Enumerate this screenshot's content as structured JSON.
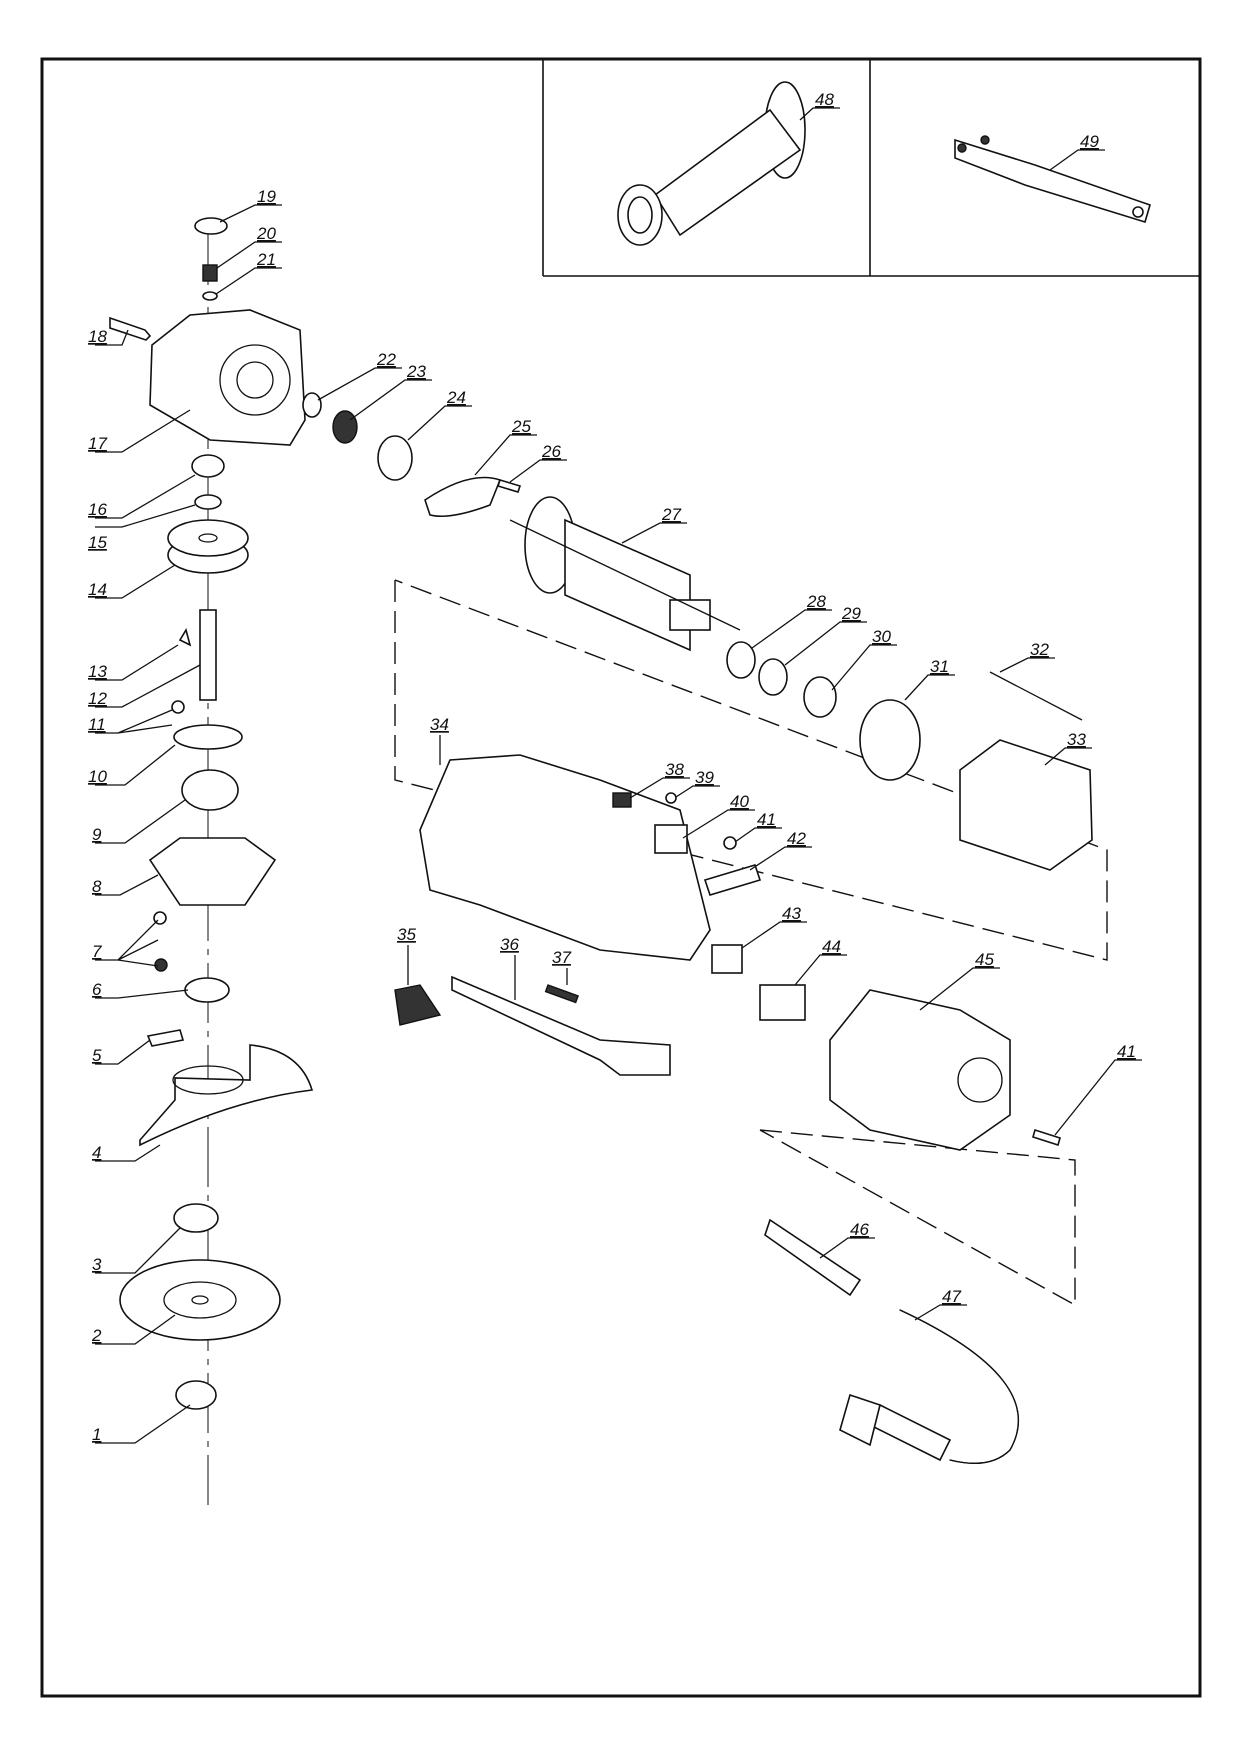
{
  "parts": [
    {
      "id": "p1",
      "label": "1"
    },
    {
      "id": "p2",
      "label": "2"
    },
    {
      "id": "p3",
      "label": "3"
    },
    {
      "id": "p4",
      "label": "4"
    },
    {
      "id": "p5",
      "label": "5"
    },
    {
      "id": "p6",
      "label": "6"
    },
    {
      "id": "p7",
      "label": "7"
    },
    {
      "id": "p8",
      "label": "8"
    },
    {
      "id": "p9",
      "label": "9"
    },
    {
      "id": "p10",
      "label": "10"
    },
    {
      "id": "p11",
      "label": "11"
    },
    {
      "id": "p12",
      "label": "12"
    },
    {
      "id": "p13",
      "label": "13"
    },
    {
      "id": "p14",
      "label": "14"
    },
    {
      "id": "p15",
      "label": "15"
    },
    {
      "id": "p16",
      "label": "16"
    },
    {
      "id": "p17",
      "label": "17"
    },
    {
      "id": "p18",
      "label": "18"
    },
    {
      "id": "p19",
      "label": "19"
    },
    {
      "id": "p20",
      "label": "20"
    },
    {
      "id": "p21",
      "label": "21"
    },
    {
      "id": "p22",
      "label": "22"
    },
    {
      "id": "p23",
      "label": "23"
    },
    {
      "id": "p24",
      "label": "24"
    },
    {
      "id": "p25",
      "label": "25"
    },
    {
      "id": "p26",
      "label": "26"
    },
    {
      "id": "p27",
      "label": "27"
    },
    {
      "id": "p28",
      "label": "28"
    },
    {
      "id": "p29",
      "label": "29"
    },
    {
      "id": "p30",
      "label": "30"
    },
    {
      "id": "p31",
      "label": "31"
    },
    {
      "id": "p32",
      "label": "32"
    },
    {
      "id": "p33",
      "label": "33"
    },
    {
      "id": "p34",
      "label": "34"
    },
    {
      "id": "p35",
      "label": "35"
    },
    {
      "id": "p36",
      "label": "36"
    },
    {
      "id": "p37",
      "label": "37"
    },
    {
      "id": "p38",
      "label": "38"
    },
    {
      "id": "p39",
      "label": "39"
    },
    {
      "id": "p40",
      "label": "40"
    },
    {
      "id": "p41a",
      "label": "41"
    },
    {
      "id": "p42",
      "label": "42"
    },
    {
      "id": "p43",
      "label": "43"
    },
    {
      "id": "p44",
      "label": "44"
    },
    {
      "id": "p45",
      "label": "45"
    },
    {
      "id": "p41b",
      "label": "41"
    },
    {
      "id": "p46",
      "label": "46"
    },
    {
      "id": "p47",
      "label": "47"
    },
    {
      "id": "p48",
      "label": "48"
    },
    {
      "id": "p49",
      "label": "49"
    }
  ]
}
